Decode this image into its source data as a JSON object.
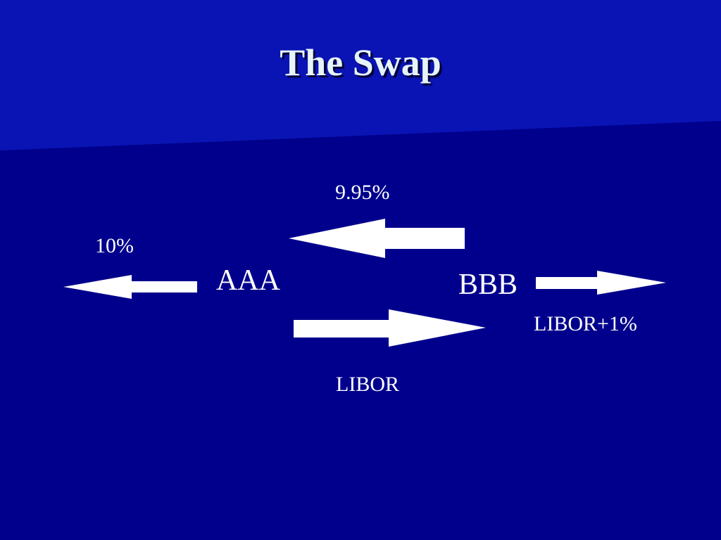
{
  "slide": {
    "title": "The Swap",
    "background_color": "#00008c",
    "header_band_color": "#0a14b4",
    "title_color": "#e6f4f7",
    "arrow_color": "#ffffff"
  },
  "diagram": {
    "parties": {
      "left": "AAA",
      "right": "BBB"
    },
    "flows": {
      "aaa_outward_rate": "10%",
      "bbb_to_aaa_rate": "9.95%",
      "aaa_to_bbb_rate": "LIBOR",
      "bbb_outward_rate": "LIBOR+1%"
    },
    "arrow_directions": {
      "aaa_outward": "left",
      "bbb_to_aaa": "left",
      "aaa_to_bbb": "right",
      "bbb_outward": "right"
    }
  }
}
